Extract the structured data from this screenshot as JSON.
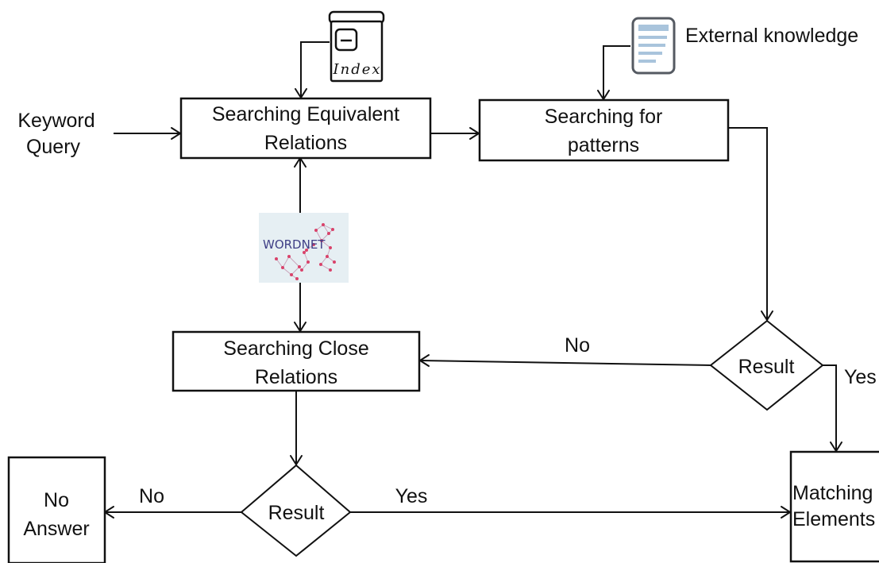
{
  "inputs": {
    "keyword_query_line1": "Keyword",
    "keyword_query_line2": "Query"
  },
  "index_icon": {
    "label": "Index"
  },
  "external_knowledge": {
    "label": "External knowledge"
  },
  "wordnet": {
    "label": "WORDNET",
    "bg": "#e6eff3",
    "text_color": "#3f3f86",
    "node_color": "#d9426a"
  },
  "boxes": {
    "equivalent": {
      "line1": "Searching Equivalent",
      "line2": "Relations"
    },
    "patterns": {
      "line1": "Searching for",
      "line2": "patterns"
    },
    "close": {
      "line1": "Searching Close",
      "line2": "Relations"
    },
    "no_answer": {
      "line1": "No",
      "line2": "Answer"
    },
    "matching": {
      "line1": "Matching",
      "line2": "Elements"
    }
  },
  "decisions": {
    "result_right": {
      "label": "Result"
    },
    "result_bottom": {
      "label": "Result"
    }
  },
  "edge_labels": {
    "no_right": "No",
    "yes_right": "Yes",
    "no_bottom": "No",
    "yes_bottom": "Yes"
  }
}
